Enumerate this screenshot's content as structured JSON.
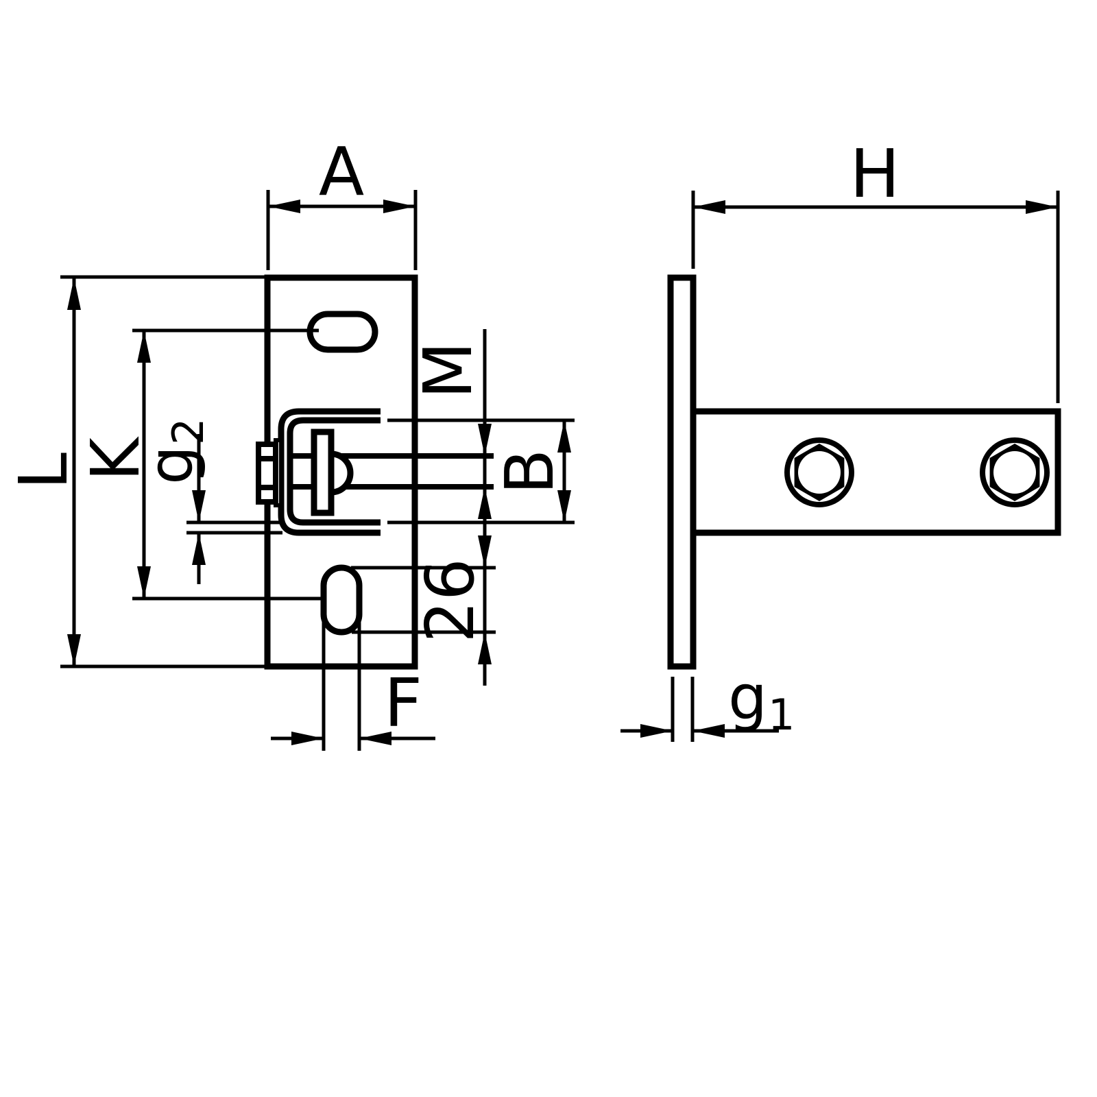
{
  "page": {
    "background": "#ffffff",
    "line_color": "#000000",
    "description_labels_visible": [
      "A",
      "H",
      "L",
      "K",
      "M",
      "B",
      "F",
      "26",
      "g1",
      "g2"
    ]
  },
  "labels": {
    "A": "A",
    "H": "H",
    "L": "L",
    "K": "K",
    "M": "M",
    "B": "B",
    "F": "F",
    "slot_length": "26",
    "g1_base": "g",
    "g1_sub": "1",
    "g2_base": "g",
    "g2_sub": "2"
  }
}
